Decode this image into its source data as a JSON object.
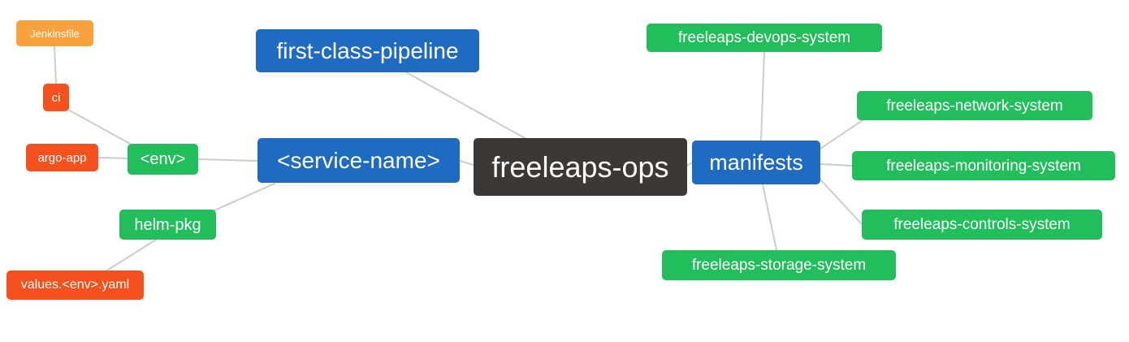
{
  "diagram": {
    "type": "mindmap",
    "root_label": "freeleaps-ops",
    "nodes": {
      "jenkinsfile": {
        "label": "Jenkinsfile",
        "color": "#f9a13c"
      },
      "ci": {
        "label": "ci",
        "color": "#f4511e"
      },
      "argo_app": {
        "label": "argo-app",
        "color": "#f4511e"
      },
      "env": {
        "label": "<env>",
        "color": "#21be5b"
      },
      "helm_pkg": {
        "label": "helm-pkg",
        "color": "#21be5b"
      },
      "values_env_yaml": {
        "label": "values.<env>.yaml",
        "color": "#f4511e"
      },
      "first_class_pipeline": {
        "label": "first-class-pipeline",
        "color": "#1f6bc1"
      },
      "service_name": {
        "label": "<service-name>",
        "color": "#1f6bc1"
      },
      "freeleaps_ops": {
        "label": "freeleaps-ops",
        "color": "#3b3836"
      },
      "manifests": {
        "label": "manifests",
        "color": "#1f6bc1"
      },
      "devops_system": {
        "label": "freeleaps-devops-system",
        "color": "#21be5b"
      },
      "network_system": {
        "label": "freeleaps-network-system",
        "color": "#21be5b"
      },
      "monitoring_system": {
        "label": "freeleaps-monitoring-system",
        "color": "#21be5b"
      },
      "controls_system": {
        "label": "freeleaps-controls-system",
        "color": "#21be5b"
      },
      "storage_system": {
        "label": "freeleaps-storage-system",
        "color": "#21be5b"
      }
    },
    "edges": [
      {
        "from": "jenkinsfile",
        "to": "ci"
      },
      {
        "from": "ci",
        "to": "env"
      },
      {
        "from": "argo_app",
        "to": "env"
      },
      {
        "from": "env",
        "to": "service_name"
      },
      {
        "from": "helm_pkg",
        "to": "service_name"
      },
      {
        "from": "values_env_yaml",
        "to": "helm_pkg"
      },
      {
        "from": "first_class_pipeline",
        "to": "freeleaps_ops"
      },
      {
        "from": "service_name",
        "to": "freeleaps_ops"
      },
      {
        "from": "freeleaps_ops",
        "to": "manifests"
      },
      {
        "from": "manifests",
        "to": "devops_system"
      },
      {
        "from": "manifests",
        "to": "network_system"
      },
      {
        "from": "manifests",
        "to": "monitoring_system"
      },
      {
        "from": "manifests",
        "to": "controls_system"
      },
      {
        "from": "manifests",
        "to": "storage_system"
      }
    ],
    "palette": {
      "branch_blue": "#1f6bc1",
      "leaf_green": "#21be5b",
      "file_red": "#f4511e",
      "file_amber": "#f9a13c",
      "root_dark": "#3b3836",
      "edge_gray": "#cccccc",
      "node_text": "#ffffff",
      "background": "#ffffff"
    }
  }
}
